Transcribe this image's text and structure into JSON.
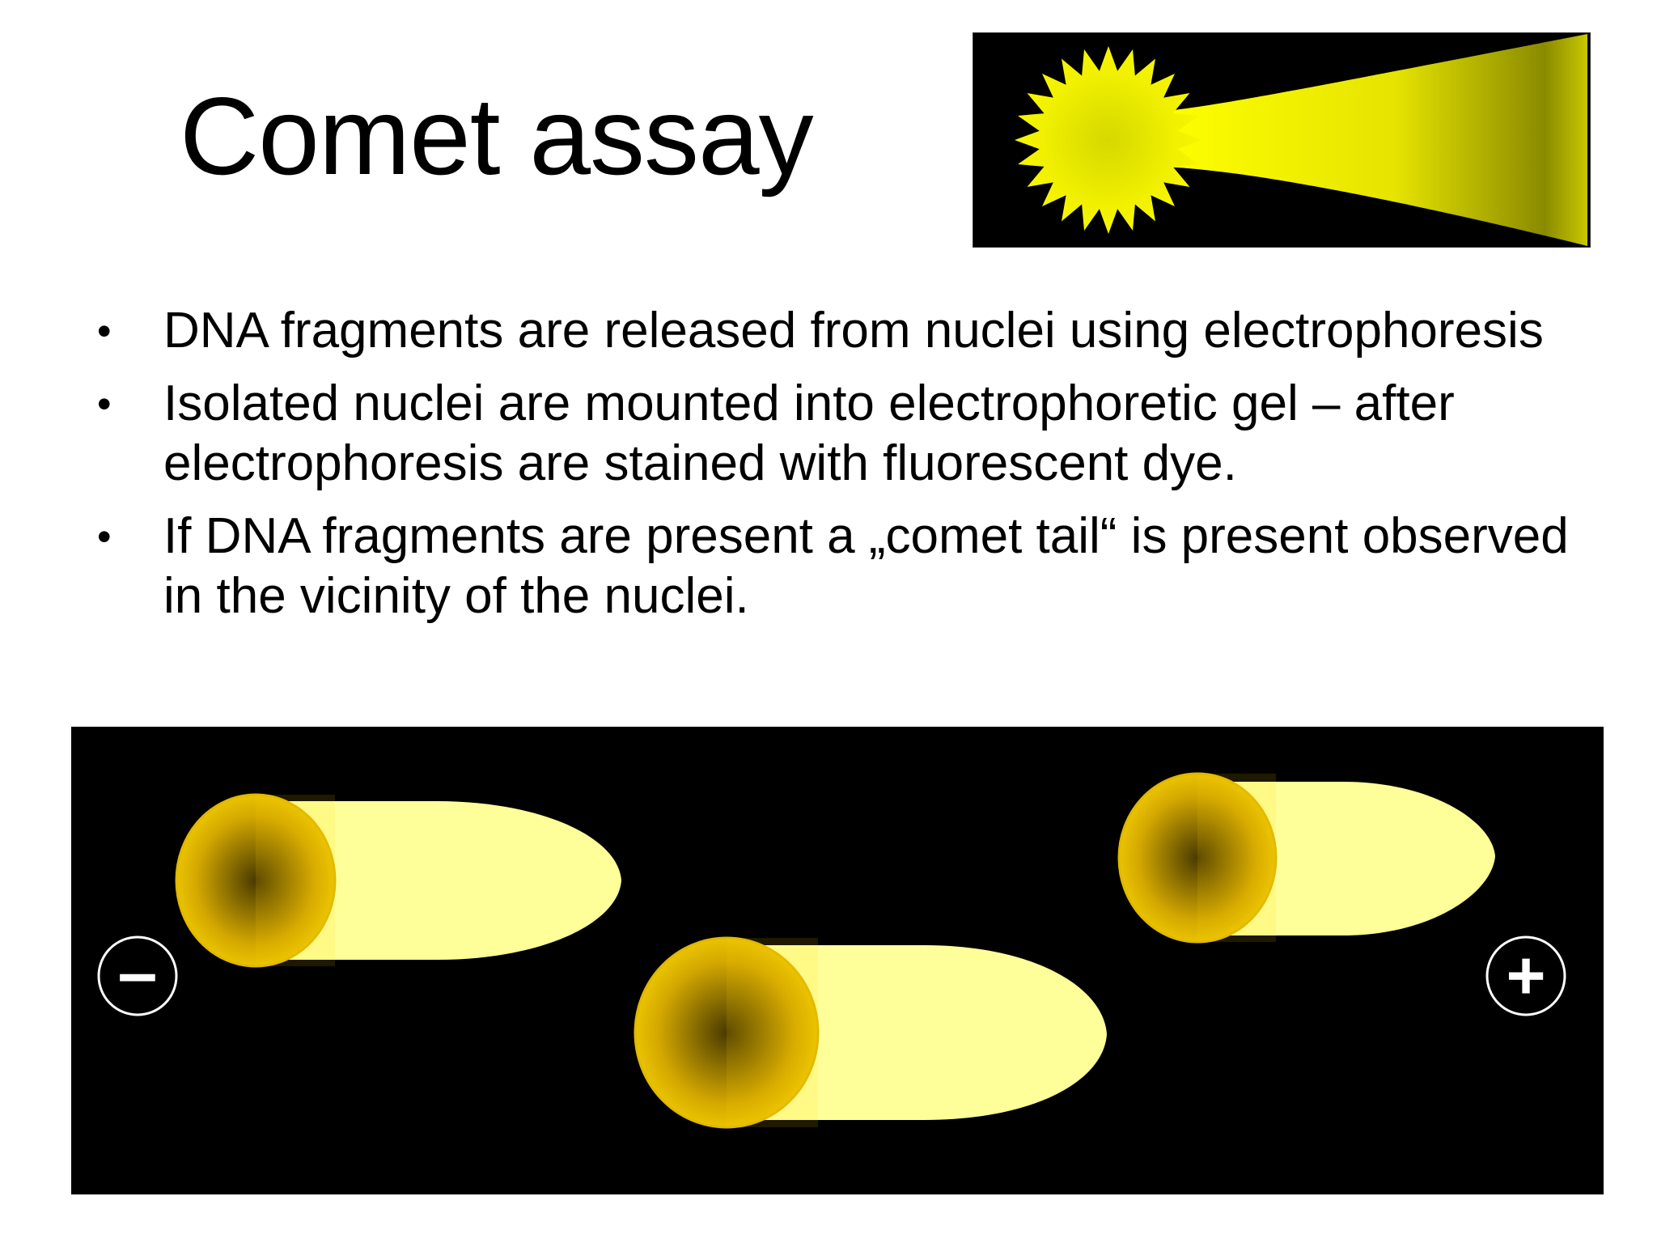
{
  "slide": {
    "title": "Comet assay",
    "bullets": [
      {
        "text": "DNA fragments are released from nuclei using electrophoresis"
      },
      {
        "text": "Isolated nuclei are mounted into electrophoretic gel – after electrophoresis are stained with fluorescent dye."
      },
      {
        "text": "If DNA fragments are present a „comet tail“ is present observed in the vicinity of the nuclei."
      }
    ],
    "bullet_marker": "•"
  },
  "gel": {
    "negative_electrode": "–",
    "positive_electrode": "+"
  },
  "colors": {
    "comet_yellow": "#f5f500",
    "comet_tail_light": "#ffff99",
    "nucleus_gold": "#e8c000",
    "nucleus_dark": "#5a4400",
    "gel_background": "#000000",
    "electrode_outline": "#ffffff"
  }
}
